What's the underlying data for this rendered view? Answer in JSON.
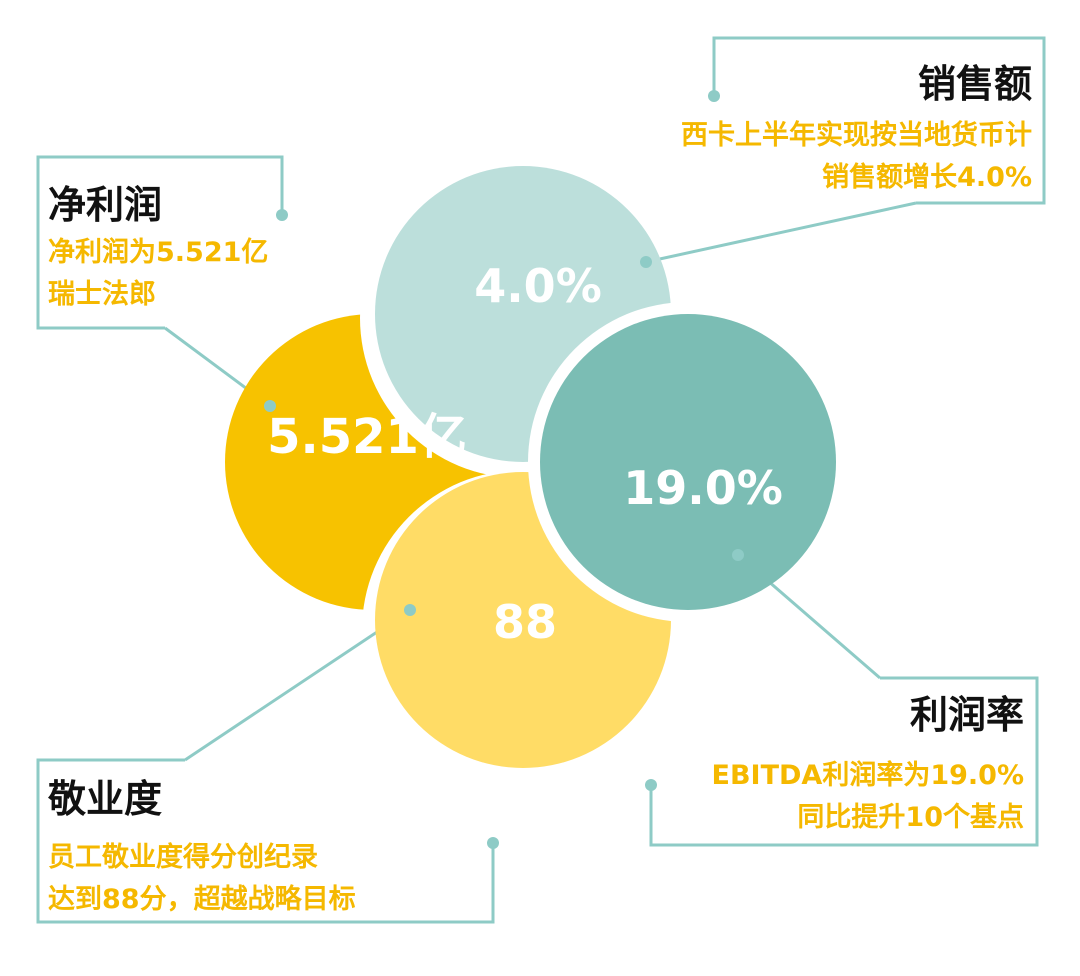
{
  "colors": {
    "sales_circle": "#bcdfdb",
    "margin_circle": "#7bbdb4",
    "profit_circle": "#f7c200",
    "engagement_circle": "#ffdc66",
    "connector": "#8ecbc6",
    "highlight_text": "#f5b800",
    "title_text": "#111111"
  },
  "circles": {
    "sales": {
      "value": "4.0%"
    },
    "margin": {
      "value": "19.0%"
    },
    "profit": {
      "value": "5.521亿"
    },
    "engagement": {
      "value": "88"
    }
  },
  "callouts": {
    "sales": {
      "title": "销售额",
      "desc_line1": "西卡上半年实现按当地货币计",
      "desc_line2": "销售额增长4.0%"
    },
    "profit": {
      "title": "净利润",
      "desc_line1": "净利润为5.521亿",
      "desc_line2": "瑞士法郎"
    },
    "margin": {
      "title": "利润率",
      "desc_line1": "EBITDA利润率为19.0%",
      "desc_line2": "同比提升10个基点"
    },
    "engagement": {
      "title": "敬业度",
      "desc_line1": "员工敬业度得分创纪录",
      "desc_line2": "达到88分，超越战略目标"
    }
  }
}
